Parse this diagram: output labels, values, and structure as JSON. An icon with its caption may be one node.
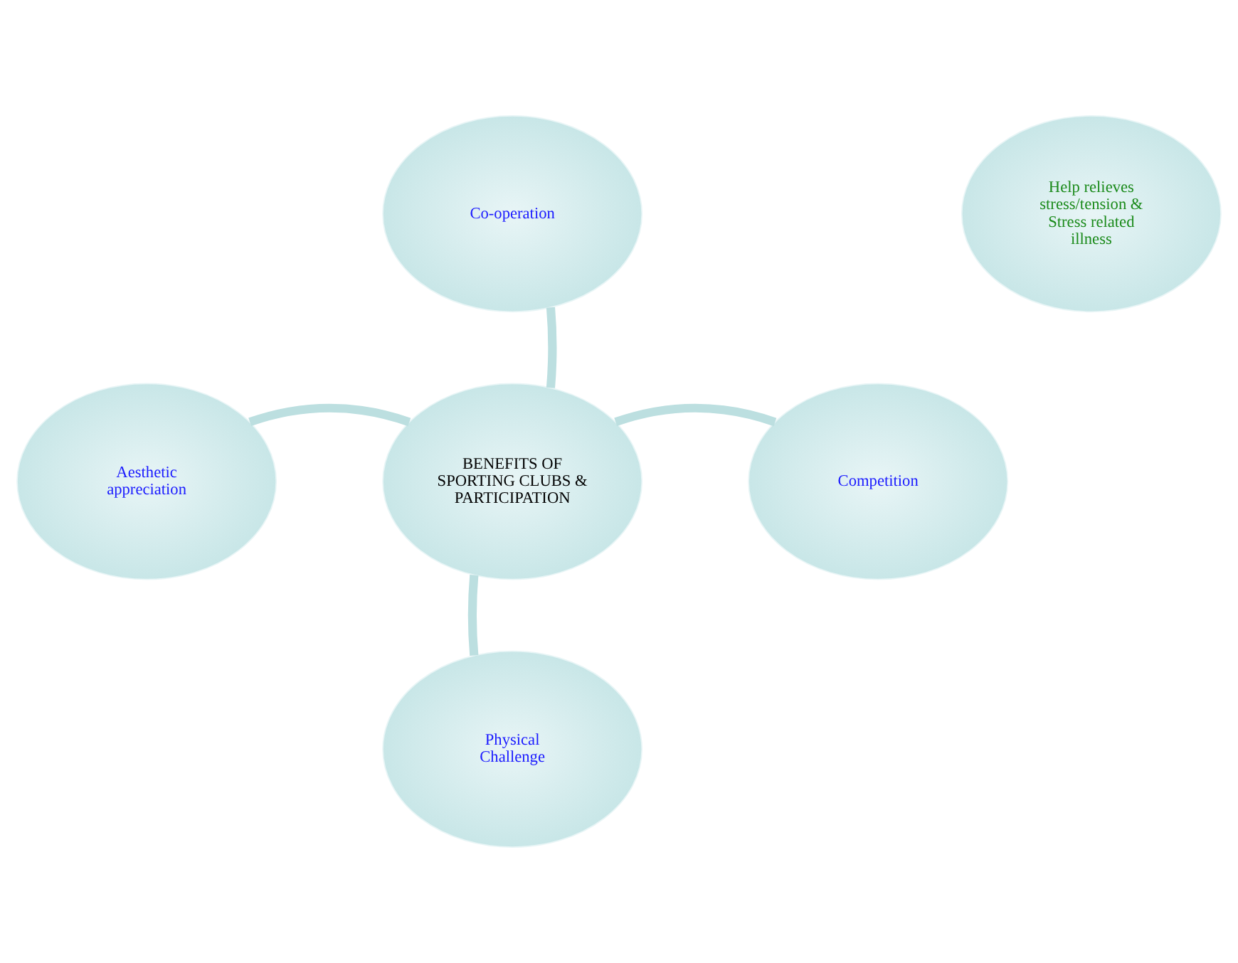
{
  "diagram": {
    "nodes": [
      {
        "text": [
          "Co-operation"
        ]
      },
      {
        "text": [
          "Help relieves stress/tension & Stress related illness"
        ]
      },
      {
        "text": [
          "Aesthetic appreciation"
        ]
      },
      {
        "text": [
          "BENEFITS OF SPORTING CLUBS & PARTICIPATION"
        ]
      },
      {
        "text": [
          "Competition"
        ]
      },
      {
        "text": [
          "Physical Challenge"
        ]
      }
    ],
    "edges": [
      {
        "from": 3,
        "to": 0,
        "arrow": "none"
      },
      {
        "from": 3,
        "to": 2,
        "arrow": "none"
      },
      {
        "from": 3,
        "to": 4,
        "arrow": "none"
      },
      {
        "from": 3,
        "to": 5,
        "arrow": "none"
      }
    ]
  }
}
